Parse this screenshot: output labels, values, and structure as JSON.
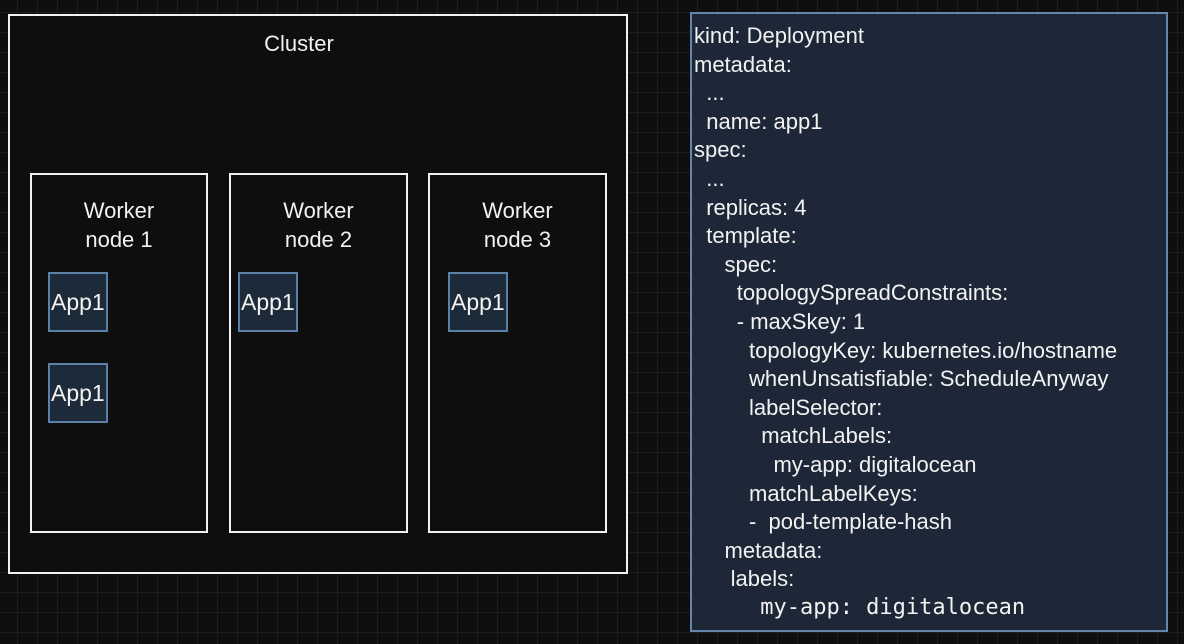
{
  "colors": {
    "background": "#0f0f0f",
    "grid_line": "#1e1e1e",
    "box_border_white": "#f2f2f2",
    "box_fill_dark": "#0e0e0e",
    "panel_fill": "#1d2737",
    "panel_border": "#6486ad",
    "app_fill": "#1d2a3a",
    "app_border": "#5c80a8",
    "text": "#f2f2f2"
  },
  "cluster": {
    "title": "Cluster",
    "nodes": [
      {
        "title_line1": "Worker",
        "title_line2": "node 1",
        "apps": [
          "App1",
          "App1"
        ]
      },
      {
        "title_line1": "Worker",
        "title_line2": "node 2",
        "apps": [
          "App1"
        ]
      },
      {
        "title_line1": "Worker",
        "title_line2": "node 3",
        "apps": [
          "App1"
        ]
      }
    ]
  },
  "yaml_panel": {
    "lines": [
      {
        "text": "kind: Deployment"
      },
      {
        "text": "metadata:"
      },
      {
        "text": "  ..."
      },
      {
        "text": "  name: app1"
      },
      {
        "text": "spec:"
      },
      {
        "text": "  ..."
      },
      {
        "text": "  replicas: 4"
      },
      {
        "text": "  template:"
      },
      {
        "text": "     spec:"
      },
      {
        "text": "       topologySpreadConstraints:"
      },
      {
        "text": "       - maxSkey: 1"
      },
      {
        "text": "         topologyKey: kubernetes.io/hostname"
      },
      {
        "text": "         whenUnsatisfiable: ScheduleAnyway"
      },
      {
        "text": "         labelSelector:"
      },
      {
        "text": "           matchLabels:"
      },
      {
        "text": "             my-app: digitalocean"
      },
      {
        "text": "         matchLabelKeys:"
      },
      {
        "text": "         -  pod-template-hash"
      },
      {
        "text": "     metadata:"
      },
      {
        "text": "      labels:"
      },
      {
        "text": "     my-app: digitalocean",
        "mono": true
      }
    ]
  }
}
